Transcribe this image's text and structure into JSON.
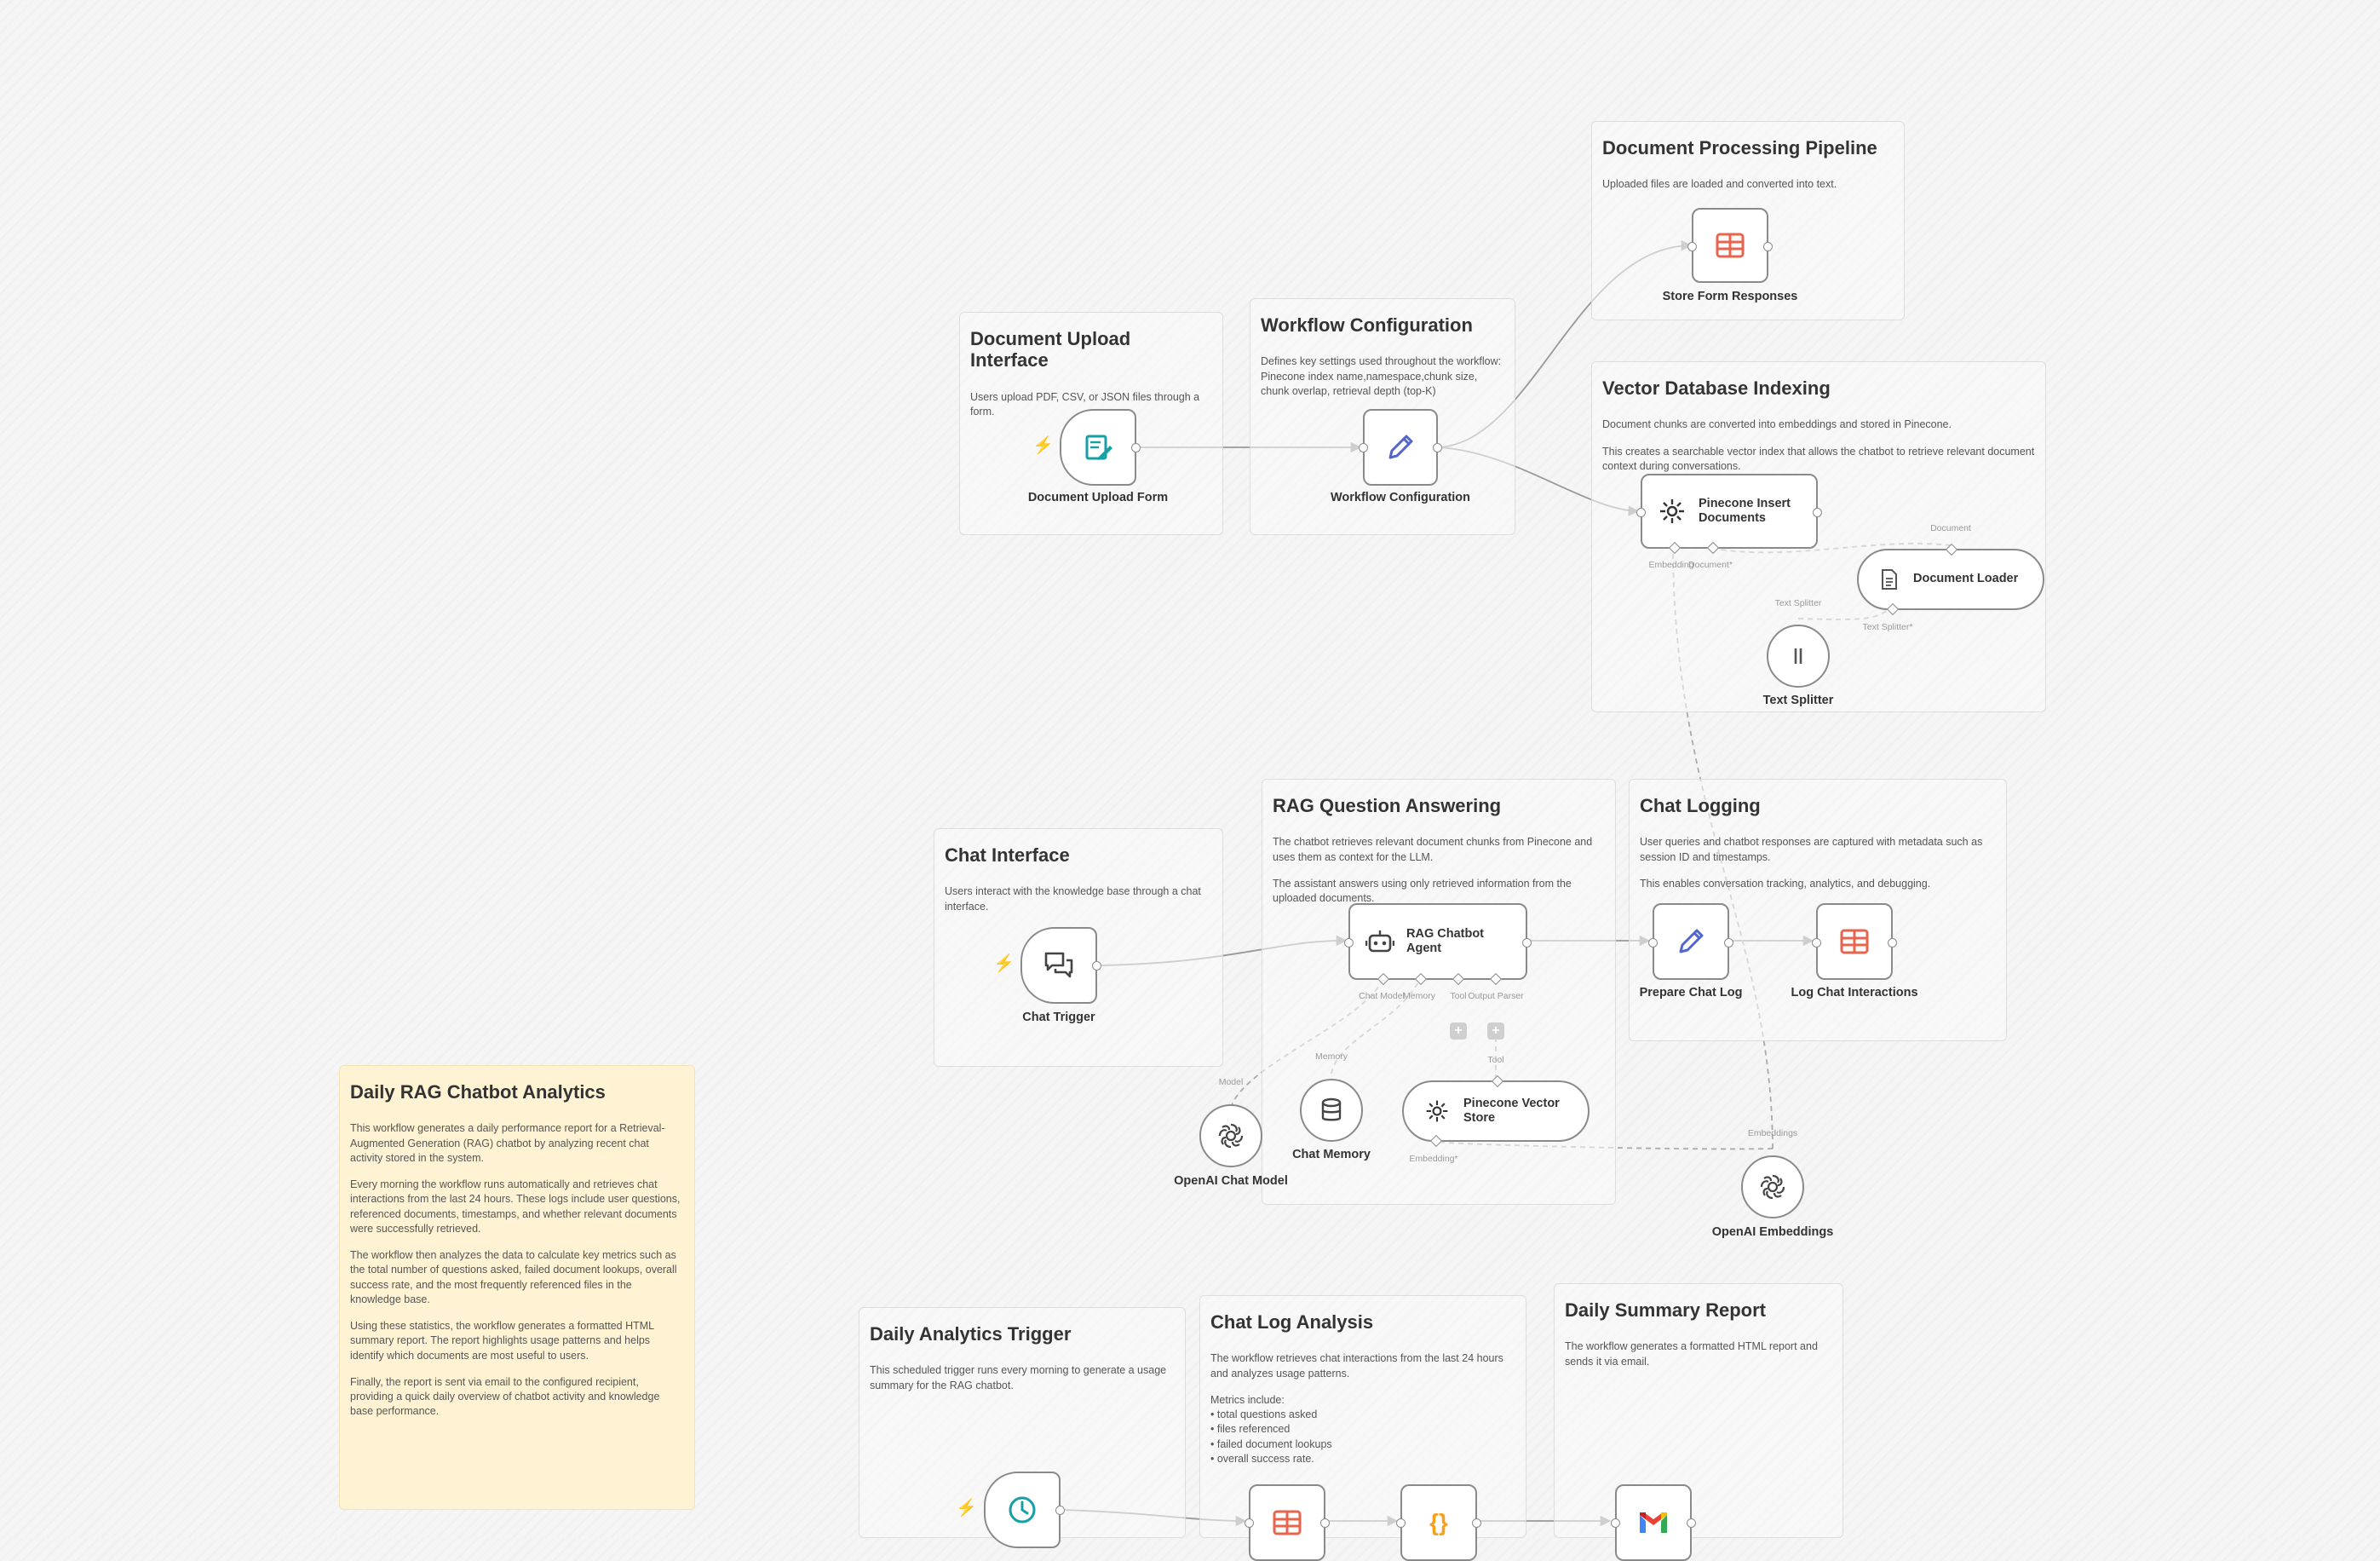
{
  "stickies": {
    "doc_processing": {
      "title": "Document Processing Pipeline",
      "body": [
        "Uploaded files are loaded and converted into text."
      ]
    },
    "doc_upload": {
      "title": "Document Upload Interface",
      "body": [
        "Users upload PDF, CSV, or JSON files through a form."
      ]
    },
    "workflow_config": {
      "title": "Workflow Configuration",
      "body": [
        "Defines key settings used throughout the workflow:\nPinecone index name,namespace,chunk size, chunk overlap, retrieval depth (top-K)"
      ]
    },
    "vector_indexing": {
      "title": "Vector Database Indexing",
      "body": [
        "Document chunks are converted into embeddings and stored in Pinecone.",
        "This creates a searchable vector index that allows the chatbot to retrieve relevant document context during conversations."
      ]
    },
    "rag_qa": {
      "title": "RAG Question Answering",
      "body": [
        "The chatbot retrieves relevant document chunks from Pinecone and uses them as context for the LLM.",
        "The assistant answers using only retrieved information from the uploaded documents."
      ]
    },
    "chat_logging": {
      "title": "Chat Logging",
      "body": [
        "User queries and chatbot responses are captured with metadata such as session ID and timestamps.",
        "This enables conversation tracking, analytics, and debugging."
      ]
    },
    "chat_interface": {
      "title": "Chat Interface",
      "body": [
        "Users interact with the knowledge base through a chat interface."
      ]
    },
    "daily_analytics": {
      "title": "Daily RAG Chatbot Analytics",
      "body": [
        "This workflow generates a daily performance report for a Retrieval-Augmented Generation (RAG) chatbot by analyzing recent chat activity stored in the system.",
        "Every morning the workflow runs automatically and retrieves chat interactions from the last 24 hours. These logs include user questions, referenced documents, timestamps, and whether relevant documents were successfully retrieved.",
        "The workflow then analyzes the data to calculate key metrics such as the total number of questions asked, failed document lookups, overall success rate, and the most frequently referenced files in the knowledge base.",
        "Using these statistics, the workflow generates a formatted HTML summary report. The report highlights usage patterns and helps identify which documents are most useful to users.",
        "Finally, the report is sent via email to the configured recipient, providing a quick daily overview of chatbot activity and knowledge base performance."
      ]
    },
    "analytics_trigger": {
      "title": "Daily Analytics Trigger",
      "body": [
        "This scheduled trigger runs every morning to generate a usage summary for the RAG chatbot."
      ]
    },
    "chat_log_analysis": {
      "title": "Chat Log Analysis",
      "body": [
        "The workflow retrieves chat interactions from the last 24 hours and analyzes usage patterns.",
        "Metrics include:\n• total questions asked\n• files referenced\n• failed document lookups\n• overall success rate."
      ]
    },
    "daily_summary": {
      "title": "Daily Summary Report",
      "body": [
        "The workflow generates a formatted HTML report and sends it via email."
      ]
    }
  },
  "nodes": {
    "store_form": {
      "label": "Store Form Responses",
      "icon": "table-icon"
    },
    "doc_upload_form": {
      "label": "Document Upload Form",
      "icon": "form-icon"
    },
    "workflow_config": {
      "label": "Workflow Configuration",
      "icon": "pencil-icon"
    },
    "pinecone_insert": {
      "label": "Pinecone Insert Documents",
      "icon": "pinecone-icon"
    },
    "doc_loader": {
      "label": "Document Loader",
      "icon": "document-icon"
    },
    "text_splitter": {
      "label": "Text Splitter",
      "icon": "splitter-icon"
    },
    "chat_trigger": {
      "label": "Chat Trigger",
      "icon": "chat-icon"
    },
    "rag_agent": {
      "label": "RAG Chatbot Agent",
      "icon": "robot-icon"
    },
    "prepare_chat_log": {
      "label": "Prepare Chat Log",
      "icon": "pencil-icon"
    },
    "log_chat": {
      "label": "Log Chat Interactions",
      "icon": "table-icon"
    },
    "openai_chat": {
      "label": "OpenAI Chat Model",
      "icon": "openai-icon"
    },
    "chat_memory": {
      "label": "Chat Memory",
      "icon": "database-icon"
    },
    "pinecone_store": {
      "label": "Pinecone Vector Store",
      "icon": "pinecone-icon"
    },
    "openai_embed": {
      "label": "OpenAI Embeddings",
      "icon": "openai-icon"
    },
    "schedule": {
      "icon": "clock-icon"
    },
    "get_rows": {
      "icon": "table-icon"
    },
    "code": {
      "icon": "code-icon"
    },
    "gmail": {
      "icon": "gmail-icon"
    }
  },
  "connector_labels": {
    "embedding": "Embedding",
    "document": "Document",
    "document_required": "Document*",
    "embedding_required": "Embedding*",
    "text_splitter": "Text Splitter",
    "text_splitter_required": "Text Splitter*",
    "chat_model": "Chat Model",
    "memory": "Memory",
    "tool": "Tool",
    "output_parser": "Output Parser",
    "model": "Model",
    "embeddings": "Embeddings"
  },
  "colors": {
    "table": "#e8644f",
    "form": "#16a0a6",
    "pencil": "#5165cc",
    "code": "#f4a21e",
    "trigger_bolt": "#ff6d5a",
    "sticky_yellow": "#fff3d4"
  }
}
